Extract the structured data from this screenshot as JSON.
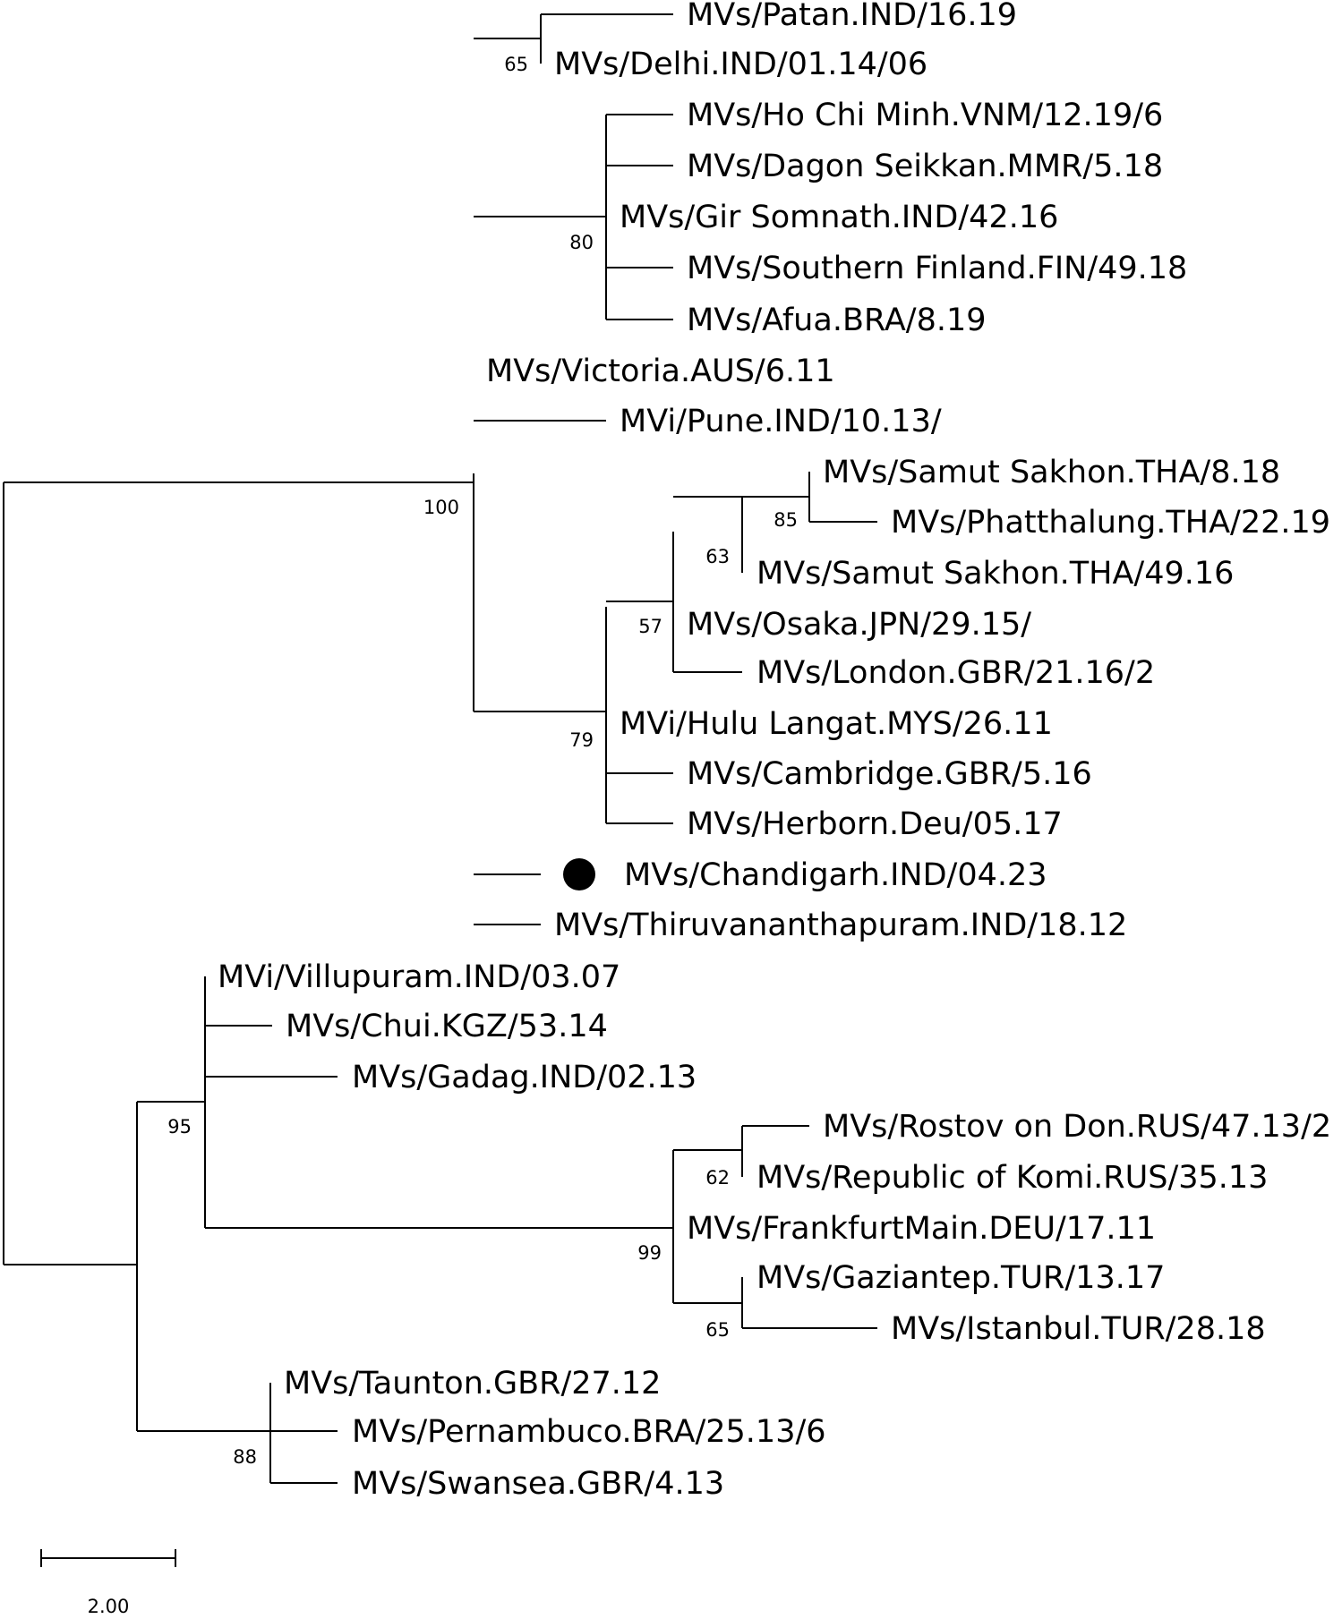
{
  "taxa": [
    {
      "label": "MVs/Patan.IND/16.19"
    },
    {
      "label": "MVs/Delhi.IND/01.14/06"
    },
    {
      "label": "MVs/Ho Chi Minh.VNM/12.19/6"
    },
    {
      "label": "MVs/Dagon Seikkan.MMR/5.18"
    },
    {
      "label": "MVs/Gir Somnath.IND/42.16"
    },
    {
      "label": "MVs/Southern Finland.FIN/49.18"
    },
    {
      "label": "MVs/Afua.BRA/8.19"
    },
    {
      "label": "MVs/Victoria.AUS/6.11"
    },
    {
      "label": "MVi/Pune.IND/10.13/"
    },
    {
      "label": "MVs/Samut Sakhon.THA/8.18"
    },
    {
      "label": "MVs/Phatthalung.THA/22.19"
    },
    {
      "label": "MVs/Samut Sakhon.THA/49.16"
    },
    {
      "label": "MVs/Osaka.JPN/29.15/"
    },
    {
      "label": "MVs/London.GBR/21.16/2"
    },
    {
      "label": "MVi/Hulu Langat.MYS/26.11"
    },
    {
      "label": "MVs/Cambridge.GBR/5.16"
    },
    {
      "label": "MVs/Herborn.Deu/05.17"
    },
    {
      "label": "MVs/Chandigarh.IND/04.23",
      "marker": "filled-circle"
    },
    {
      "label": "MVs/Thiruvananthapuram.IND/18.12"
    },
    {
      "label": "MVi/Villupuram.IND/03.07"
    },
    {
      "label": "MVs/Chui.KGZ/53.14"
    },
    {
      "label": "MVs/Gadag.IND/02.13"
    },
    {
      "label": "MVs/Rostov on Don.RUS/47.13/2"
    },
    {
      "label": "MVs/Republic of Komi.RUS/35.13"
    },
    {
      "label": "MVs/FrankfurtMain.DEU/17.11"
    },
    {
      "label": "MVs/Gaziantep.TUR/13.17"
    },
    {
      "label": "MVs/Istanbul.TUR/28.18"
    },
    {
      "label": "MVs/Taunton.GBR/27.12"
    },
    {
      "label": "MVs/Pernambuco.BRA/25.13/6"
    },
    {
      "label": "MVs/Swansea.GBR/4.13"
    }
  ],
  "support_values": [
    "65",
    "80",
    "100",
    "85",
    "63",
    "57",
    "79",
    "95",
    "62",
    "99",
    "65",
    "88"
  ],
  "scale_bar": {
    "label": "2.00"
  },
  "colors": {
    "line": "#000000",
    "text": "#000000",
    "background": "#ffffff"
  }
}
